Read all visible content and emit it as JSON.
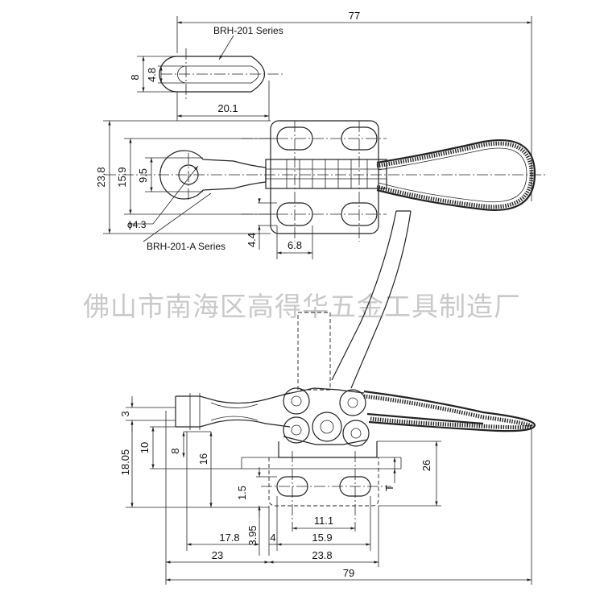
{
  "watermark": "佛山市南海区高得华五金工具制造厂",
  "labels": {
    "series_top": "BRH-201 Series",
    "series_mid": "BRH-201-A Series"
  },
  "dimensions": {
    "d77": "77",
    "d8": "8",
    "d4_8": "4.8",
    "d20_1": "20.1",
    "d23_8_vert": "23.8",
    "d15_9_vert": "15.9",
    "d9_5": "9.5",
    "d_phi4_3": "ϕ4.3",
    "d4_4": "4.4",
    "d6_8": "6.8",
    "d3": "3",
    "d18_05": "18.05",
    "d10": "10",
    "d8_side": "8",
    "d16": "16",
    "d26": "26",
    "d1_5": "1.5",
    "dT": "T",
    "d11_1": "11.1",
    "d3_95": "3.95",
    "d17_8": "17.8",
    "d4": "4",
    "d15_9": "15.9",
    "d23": "23",
    "d23_8": "23.8",
    "d79": "79"
  }
}
